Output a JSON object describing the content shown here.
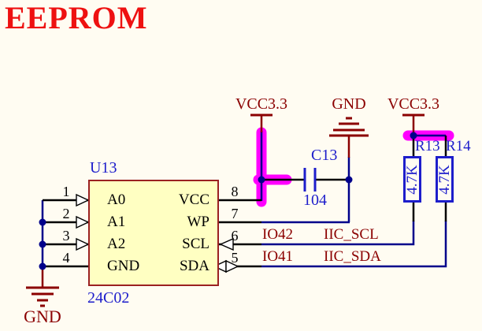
{
  "title": "EEPROM",
  "chip": {
    "refdes": "U13",
    "part": "24C02",
    "left_pins": [
      {
        "num": "1",
        "name": "A0"
      },
      {
        "num": "2",
        "name": "A1"
      },
      {
        "num": "3",
        "name": "A2"
      },
      {
        "num": "4",
        "name": "GND"
      }
    ],
    "right_pins": [
      {
        "num": "8",
        "name": "VCC"
      },
      {
        "num": "7",
        "name": "WP"
      },
      {
        "num": "6",
        "name": "SCL"
      },
      {
        "num": "5",
        "name": "SDA"
      }
    ]
  },
  "capacitor": {
    "refdes": "C13",
    "value": "104"
  },
  "resistors": [
    {
      "refdes": "R13",
      "value": "4.7K"
    },
    {
      "refdes": "R14",
      "value": "4.7K"
    }
  ],
  "power_labels": {
    "vcc_left": "VCC3.3",
    "gnd_top": "GND",
    "vcc_right": "VCC3.3",
    "gnd_bottom": "GND"
  },
  "net_labels": {
    "scl_io": "IO42",
    "scl_bus": "IIC_SCL",
    "sda_io": "IO41",
    "sda_bus": "IIC_SDA"
  },
  "colors": {
    "highlight": "#FF00FF",
    "wire": "#00008B",
    "power": "#8B0000",
    "component_text": "#1D1DCB",
    "title": "#EE1111",
    "chip_fill": "#FFFFC2",
    "background": "#FFFCF2"
  }
}
